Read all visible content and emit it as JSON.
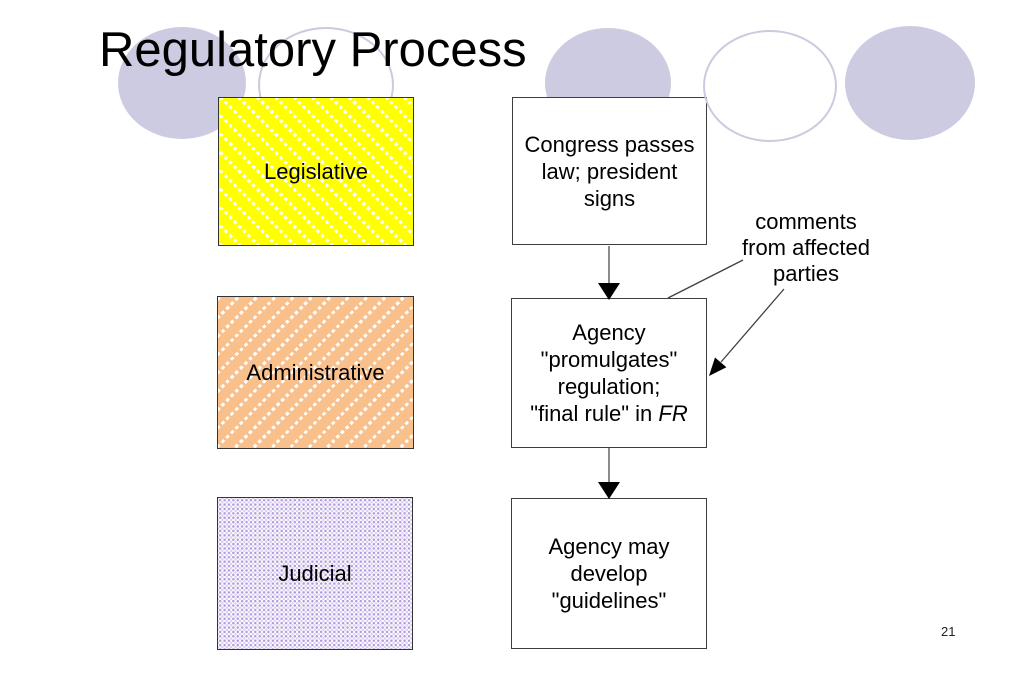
{
  "slide": {
    "title": "Regulatory Process",
    "page_number": "21"
  },
  "colors": {
    "circle_fill": "#cdcbe1",
    "circle_outline": "#ccc9e0",
    "legislative_fill": "#ffff00",
    "administrative_fill": "#fac08c",
    "judicial_dot": "#b49ade",
    "box_border": "#3d3d3d",
    "connector_line": "#8c8c8c",
    "arrowhead": "#000000"
  },
  "branch_boxes": {
    "legislative": {
      "label": "Legislative"
    },
    "administrative": {
      "label": "Administrative"
    },
    "judicial": {
      "label": "Judicial"
    }
  },
  "flow_boxes": {
    "congress": {
      "line1": "Congress passes",
      "line2": "law; president",
      "line3": "signs"
    },
    "agency": {
      "line1": "Agency",
      "line2": "\"promulgates\"",
      "line3": "regulation;",
      "line4_prefix": "\"final rule\" in ",
      "line4_italic": "FR"
    },
    "guidelines": {
      "line1": "Agency may",
      "line2": "develop",
      "line3": "\"guidelines\""
    }
  },
  "annotation": {
    "line1": "comments",
    "line2": "from affected",
    "line3": "parties"
  }
}
